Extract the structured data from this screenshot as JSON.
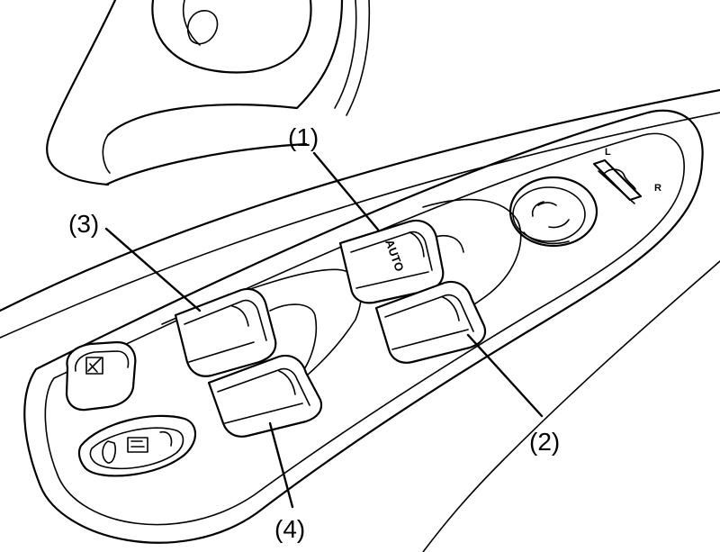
{
  "callouts": {
    "c1": "(1)",
    "c2": "(2)",
    "c3": "(3)",
    "c4": "(4)"
  },
  "switch_labels": {
    "auto": "AUTO",
    "mirror_left": "L",
    "mirror_right": "R"
  },
  "icons": {
    "lock_switch": "window-lock-icon",
    "door_lock_switch": "door-lock-icon",
    "mirror_knob": "mirror-adjust-knob",
    "mirror_selector": "mirror-selector-icon"
  },
  "colors": {
    "line": "#000000",
    "background": "#ffffff"
  }
}
